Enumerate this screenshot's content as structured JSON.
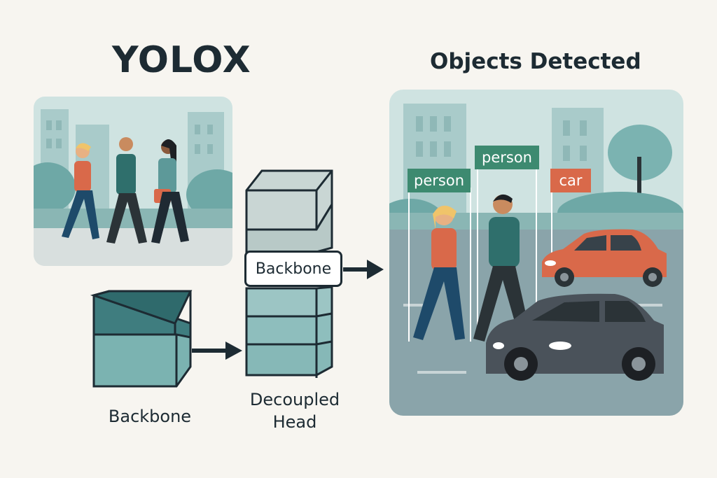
{
  "title": "YOLOX",
  "output_title": "Objects Detected",
  "labels": {
    "backbone_bottom": "Backbone",
    "backbone_box": "Backbone",
    "decoupled_head_line1": "Decoupled",
    "decoupled_head_line2": "Head"
  },
  "detections": [
    {
      "label": "person",
      "color": "#3d8a70"
    },
    {
      "label": "person",
      "color": "#3d8a70"
    },
    {
      "label": "car",
      "color": "#d9694a"
    }
  ],
  "colors": {
    "background": "#f7f5f0",
    "text": "#1d2b33",
    "teal_dark": "#3f7d7f",
    "teal_light": "#9cc5c4",
    "grey_block": "#c9d6d4",
    "car_orange": "#d9694a",
    "car_dark": "#4a525a"
  }
}
